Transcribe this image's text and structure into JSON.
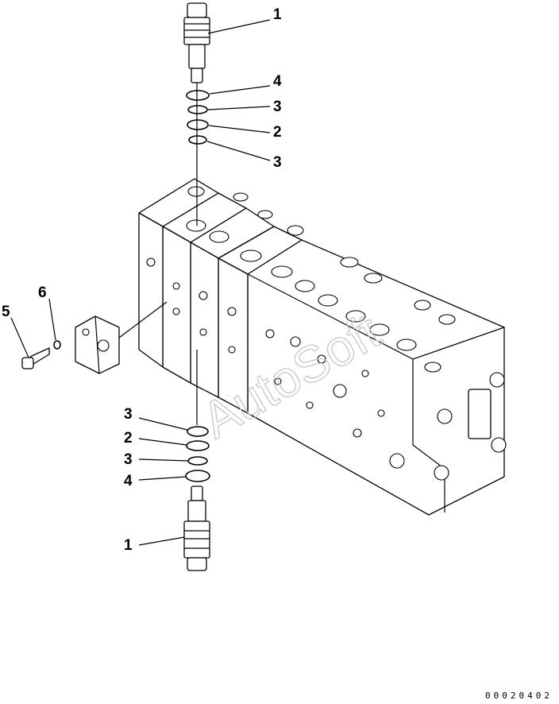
{
  "watermark": "AutoSoft",
  "drawing_code": "00020402",
  "callouts": [
    {
      "id": "c1-top",
      "label": "1"
    },
    {
      "id": "c4-top",
      "label": "4"
    },
    {
      "id": "c3-top-a",
      "label": "3"
    },
    {
      "id": "c2-top",
      "label": "2"
    },
    {
      "id": "c3-top-b",
      "label": "3"
    },
    {
      "id": "c6",
      "label": "6"
    },
    {
      "id": "c5",
      "label": "5"
    },
    {
      "id": "c3-bot-a",
      "label": "3"
    },
    {
      "id": "c2-bot",
      "label": "2"
    },
    {
      "id": "c3-bot-b",
      "label": "3"
    },
    {
      "id": "c4-bot",
      "label": "4"
    },
    {
      "id": "c1-bot",
      "label": "1"
    }
  ]
}
